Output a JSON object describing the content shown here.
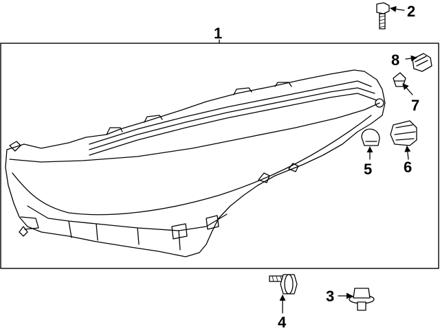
{
  "diagram": {
    "callouts": [
      {
        "id": "c1",
        "label": "1"
      },
      {
        "id": "c2",
        "label": "2"
      },
      {
        "id": "c3",
        "label": "3"
      },
      {
        "id": "c4",
        "label": "4"
      },
      {
        "id": "c5",
        "label": "5"
      },
      {
        "id": "c6",
        "label": "6"
      },
      {
        "id": "c7",
        "label": "7"
      },
      {
        "id": "c8",
        "label": "8"
      }
    ],
    "parts": [
      {
        "callout": "1",
        "icon": "headlamp-assembly-icon"
      },
      {
        "callout": "2",
        "icon": "bolt-icon"
      },
      {
        "callout": "3",
        "icon": "flange-nut-icon"
      },
      {
        "callout": "4",
        "icon": "washer-bolt-icon"
      },
      {
        "callout": "5",
        "icon": "bulb-icon"
      },
      {
        "callout": "6",
        "icon": "bulb-socket-icon"
      },
      {
        "callout": "7",
        "icon": "bulb-icon"
      },
      {
        "callout": "8",
        "icon": "bulb-socket-icon"
      }
    ]
  }
}
